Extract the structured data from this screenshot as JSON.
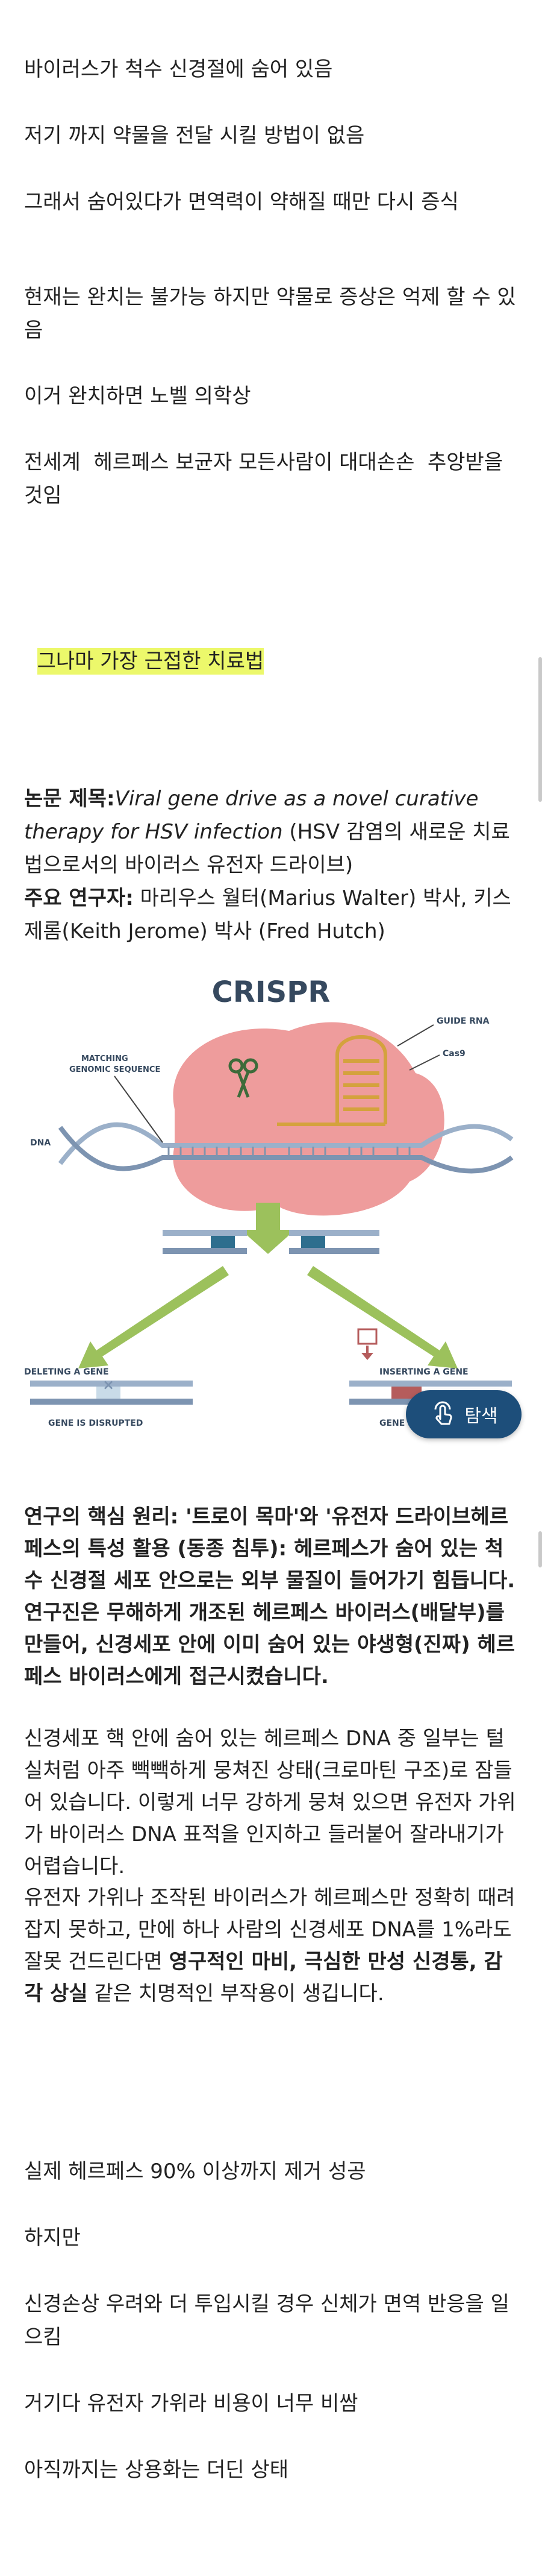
{
  "post": {
    "p1": "바이러스가 척수 신경절에 숨어 있음",
    "p2": "저기 까지 약물을 전달 시킬 방법이 없음",
    "p3": "그래서 숨어있다가 면역력이 약해질 때만 다시 증식",
    "p4": "현재는 완치는 불가능 하지만 약물로 증상은 억제 할 수 있음",
    "p5": "이거 완치하면 노벨 의학상",
    "p6": "전세계  헤르페스 보균자 모든사람이 대대손손  추앙받을 것임",
    "highlight": "그나마 가장 근접한 치료법",
    "paper": {
      "title_label": "논문 제목:",
      "title_italic": "Viral gene drive as a novel curative therapy for HSV infection",
      "title_rest": " (HSV 감염의 새로운 치료법으로서의 바이러스 유전자 드라이브)",
      "researcher_label": "주요 연구자:",
      "researchers": " 마리우스 월터(Marius Walter) 박사, 키스 제롬(Keith Jerome) 박사 (Fred Hutch)"
    },
    "principle": {
      "bold_a": "연구의 핵심 원리: '트로이 목마'와 '유전자 드라이브헤르페스의 특성 활용 (동종 침투): 헤르페스가 숨어 있는 척수 신경절 세포 안으로는 외부 물질이 들어가기 힘듭니다. 연구진은 무해하게 개조된 헤르페스 바이러스(배달부)를 만들어, 신경세포 안에 이미 숨어 있는 ",
      "bold_b": "야생형(진짜) 헤르페스 바이러스",
      "bold_c": "에게 접근시켰습니다."
    },
    "chromatin": "신경세포 핵 안에 숨어 있는 헤르페스 DNA 중 일부는 털실처럼 아주 빽빽하게 뭉쳐진 상태(크로마틴 구조)로 잠들어 있습니다. 이렇게 너무 강하게 뭉쳐 있으면 유전자 가위가 바이러스 DNA 표적을 인지하고 들러붙어 잘라내기가 어렵습니다.",
    "risk_a": "유전자 가위나 조작된 바이러스가 헤르페스만 정확히 때려잡지 못하고, 만에 하나 사람의 신경세포 DNA를 1%라도 잘못 건드린다면 ",
    "risk_b": "영구적인 마비, 극심한 만성 신경통, 감각 상실",
    "risk_c": " 같은 치명적인 부작용이 생깁니다.",
    "p7": "실제 헤르페스 90% 이상까지 제거 성공",
    "p8": "하지만",
    "p9": "신경손상 우려와 더 투입시킬 경우 신체가 면역 반응을 일으킴",
    "p10": "거기다 유전자 가위라 비용이 너무 비쌈",
    "p11": "아직까지는 상용화는 더딘 상태"
  },
  "figure": {
    "title": "CRISPR",
    "guide_rna": "GUIDE RNA",
    "cas9": "Cas9",
    "matching_1": "MATCHING",
    "matching_2": "GENOMIC SEQUENCE",
    "dna": "DNA",
    "deleting": "DELETING A GENE",
    "inserting": "INSERTING A GENE",
    "disrupted": "GENE IS DISRUPTED",
    "new_gene": "GENE HAS A NEW"
  },
  "search_button": {
    "label": "탐색",
    "icon": "touch-icon"
  }
}
